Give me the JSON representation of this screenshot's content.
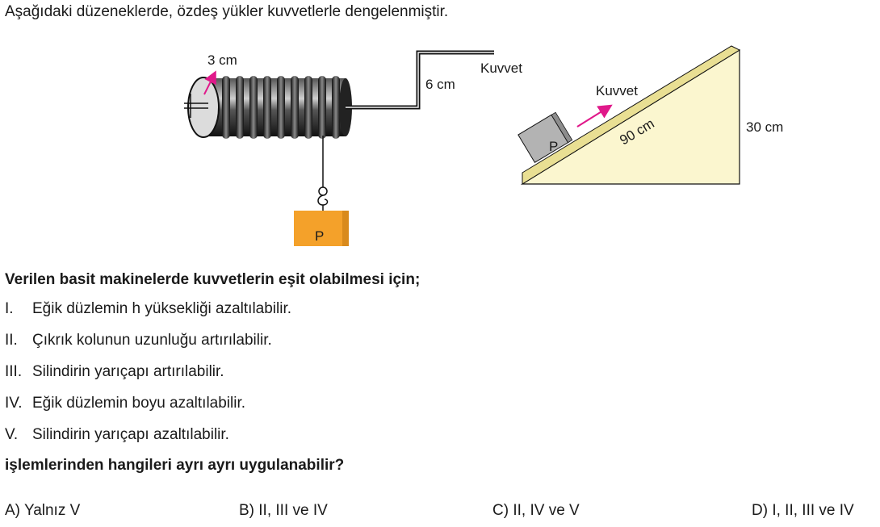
{
  "intro": "Aşağıdaki düzeneklerde, özdeş yükler kuvvetlerle dengelenmiştir.",
  "figure_labels": {
    "radius": "3 cm",
    "crank": "6 cm",
    "force_left": "Kuvvet",
    "load_left": "P",
    "force_right": "Kuvvet",
    "length": "90 cm",
    "height": "30 cm",
    "load_right": "P"
  },
  "question": "Verilen basit makinelerde kuvvetlerin eşit olabilmesi için;",
  "items": [
    {
      "num": "I.",
      "text": "Eğik düzlemin h yüksekliği azaltılabilir."
    },
    {
      "num": "II.",
      "text": "Çıkrık kolunun uzunluğu artırılabilir."
    },
    {
      "num": "III.",
      "text": "Silindirin yarıçapı artırılabilir."
    },
    {
      "num": "IV.",
      "text": "Eğik düzlemin boyu azaltılabilir."
    },
    {
      "num": "V.",
      "text": "Silindirin yarıçapı azaltılabilir."
    }
  ],
  "closing": "işlemlerinden hangileri ayrı ayrı uygulanabilir?",
  "choices": [
    {
      "letter": "A)",
      "text": "Yalnız V"
    },
    {
      "letter": "B)",
      "text": "II, III ve IV"
    },
    {
      "letter": "C)",
      "text": "II, IV ve V"
    },
    {
      "letter": "D)",
      "text": "I, II, III ve IV"
    }
  ],
  "colors": {
    "load": "#f4a12a",
    "arrow": "#e0198a",
    "ramp": "#fbf6cf",
    "ramp_edge": "#d9cf7c",
    "block": "#b3b3b3"
  }
}
